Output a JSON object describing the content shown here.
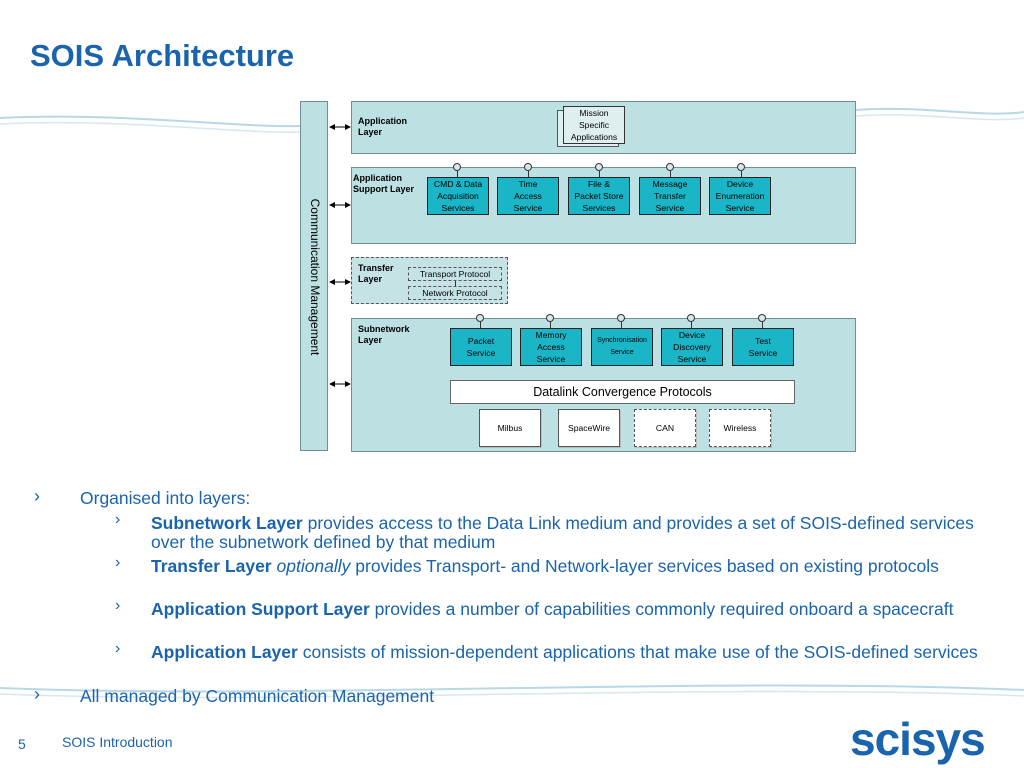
{
  "title": "SOIS Architecture",
  "comm_mgmt": "Communication Management",
  "layers": {
    "application": "Application\nLayer",
    "app_support": "Application\nSupport Layer",
    "transfer": "Transfer\nLayer",
    "subnetwork": "Subnetwork\nLayer"
  },
  "mission": "Mission\nSpecific\nApplications",
  "app_services": [
    "CMD & Data\nAcquisition\nServices",
    "Time\nAccess\nService",
    "File &\nPacket Store\nServices",
    "Message\nTransfer\nService",
    "Device\nEnumeration\nService"
  ],
  "transfer_protocols": [
    "Transport Protocol",
    "Network Protocol"
  ],
  "subnet_services": [
    "Packet\nService",
    "Memory\nAccess\nService",
    "Synchronisation\nService",
    "Device\nDiscovery\nService",
    "Test\nService"
  ],
  "datalink": "Datalink Convergence Protocols",
  "physical": [
    "Milbus",
    "SpaceWire",
    "CAN",
    "Wireless"
  ],
  "bullets": {
    "b1": "Organised into layers:",
    "sub": [
      {
        "bold": "Subnetwork Layer",
        "italic": "",
        "rest": " provides access to the Data Link medium and provides a set of SOIS-defined services over the subnetwork defined by that medium"
      },
      {
        "bold": "Transfer Layer",
        "italic": " optionally",
        "rest": " provides Transport- and Network-layer services based on existing protocols"
      },
      {
        "bold": "Application Support Layer",
        "italic": "",
        "rest": " provides a number of capabilities commonly required onboard a spacecraft"
      },
      {
        "bold": "Application Layer",
        "italic": "",
        "rest": " consists of mission-dependent applications that make use of the SOIS-defined services"
      }
    ],
    "b2": "All managed by Communication Management"
  },
  "footer": {
    "page": "5",
    "text": "SOIS Introduction"
  },
  "logo": "scisys",
  "colors": {
    "title": "#1a63ad",
    "layer_fill": "#bde0e2",
    "service_fill": "#1ab5c6"
  }
}
